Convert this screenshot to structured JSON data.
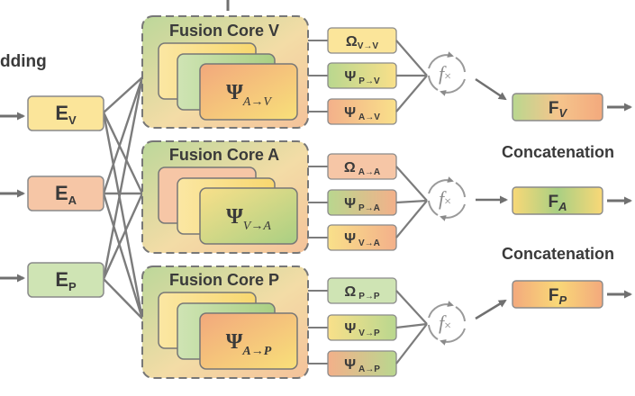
{
  "header": {
    "left_fragment": "dding"
  },
  "embeddings": [
    {
      "id": "V",
      "label": "E",
      "sub": "V"
    },
    {
      "id": "A",
      "label": "E",
      "sub": "A"
    },
    {
      "id": "P",
      "label": "E",
      "sub": "P"
    }
  ],
  "fusion_cores": [
    {
      "id": "V",
      "title": "Fusion Core V",
      "psi": "Ψ",
      "psi_sub": "A→V",
      "ops": [
        {
          "sym": "Ω",
          "sub": "V→V"
        },
        {
          "sym": "Ψ",
          "sub": "P→V"
        },
        {
          "sym": "Ψ",
          "sub": "A→V"
        }
      ],
      "output": {
        "label": "F",
        "sub": "V"
      }
    },
    {
      "id": "A",
      "title": "Fusion Core A",
      "psi": "Ψ",
      "psi_sub": "V→A",
      "ops": [
        {
          "sym": "Ω",
          "sub": "A→A"
        },
        {
          "sym": "Ψ",
          "sub": "P→A"
        },
        {
          "sym": "Ψ",
          "sub": "V→A"
        }
      ],
      "output": {
        "label": "F",
        "sub": "A"
      }
    },
    {
      "id": "P",
      "title": "Fusion Core P",
      "psi": "Ψ",
      "psi_sub": "A→P",
      "ops": [
        {
          "sym": "Ω",
          "sub": "P→P"
        },
        {
          "sym": "Ψ",
          "sub": "V→P"
        },
        {
          "sym": "Ψ",
          "sub": "A→P"
        }
      ],
      "output": {
        "label": "F",
        "sub": "P"
      }
    }
  ],
  "fx_symbol": "f",
  "fx_sub": "×",
  "concat_labels": [
    "Concatenation",
    "Concatenation"
  ]
}
